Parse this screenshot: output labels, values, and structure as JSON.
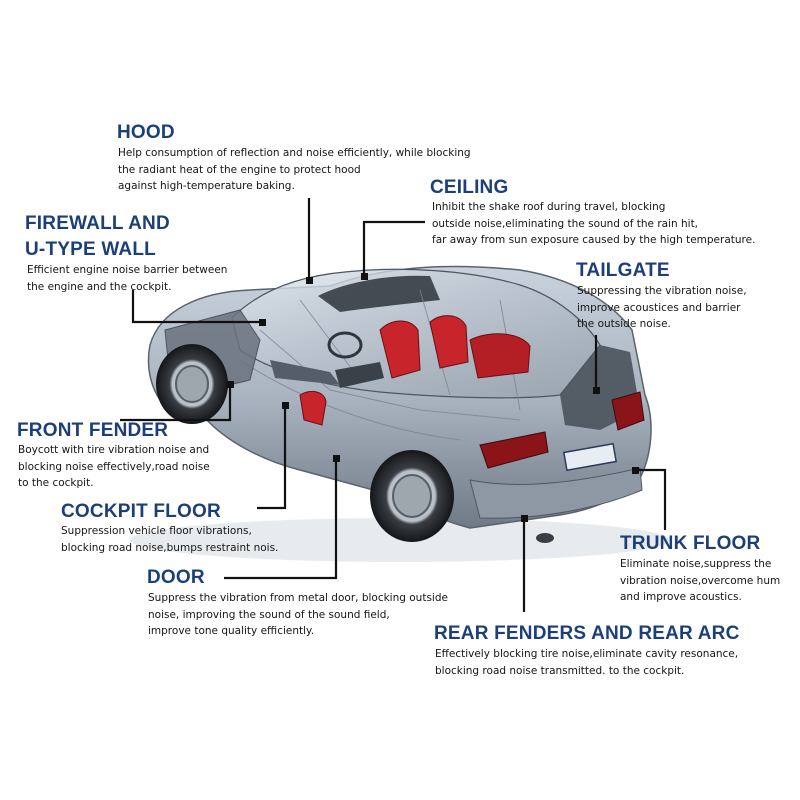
{
  "colors": {
    "heading": "#1c3f79",
    "text": "#151515",
    "leader_line": "#111111",
    "car_body": "#a9b4c0",
    "seat_red": "#c8242b"
  },
  "image": {
    "subject": "car-cutaway-icon"
  },
  "callouts": {
    "hood": {
      "title": "HOOD",
      "lines": [
        "Help consumption of reflection and noise efficiently, while blocking",
        "the radiant heat of the engine to protect hood",
        "against high-temperature baking."
      ]
    },
    "firewall": {
      "title_line1": "FIREWALL AND",
      "title_line2": "U-TYPE WALL",
      "lines": [
        "Efficient engine noise barrier between",
        "the engine and the cockpit."
      ]
    },
    "ceiling": {
      "title": "CEILING",
      "lines": [
        "Inhibit the shake roof during travel, blocking",
        "outside noise,eliminating the sound of the rain hit,",
        "far away from sun exposure caused by the high temperature."
      ]
    },
    "tailgate": {
      "title": "TAILGATE",
      "lines": [
        "Suppressing the vibration noise,",
        "improve acoustices and barrier",
        "the outside noise."
      ]
    },
    "front_fender": {
      "title": "FRONT FENDER",
      "lines": [
        "Boycott with tire vibration noise and",
        "blocking noise effectively,road noise",
        "to the cockpit."
      ]
    },
    "cockpit_floor": {
      "title": "COCKPIT FLOOR",
      "lines": [
        "Suppression vehicle floor vibrations,",
        "blocking road noise,bumps restraint nois."
      ]
    },
    "door": {
      "title": "DOOR",
      "lines": [
        "Suppress the vibration from metal door, blocking outside",
        "noise, improving the sound of the sound field,",
        "improve tone quality efficiently."
      ]
    },
    "trunk_floor": {
      "title": "TRUNK FLOOR",
      "lines": [
        "Eliminate noise,suppress the",
        "vibration noise,overcome hum",
        "and improve acoustics."
      ]
    },
    "rear_fenders": {
      "title": "REAR FENDERS AND REAR ARC",
      "lines": [
        "Effectively blocking tire noise,eliminate cavity resonance,",
        "blocking road noise transmitted. to the cockpit."
      ]
    }
  }
}
